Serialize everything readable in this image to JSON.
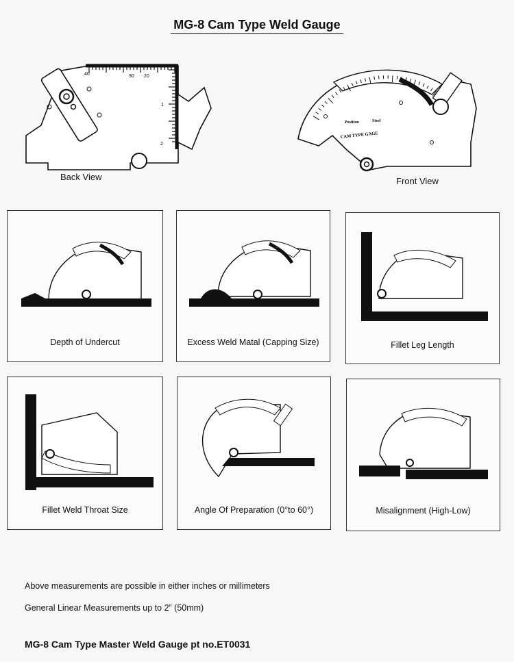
{
  "title": "MG-8 Cam Type Weld Gauge",
  "views": {
    "back": {
      "label": "Back View",
      "scale_numbers": [
        "40",
        "30",
        "20",
        "1",
        "2"
      ]
    },
    "front": {
      "label": "Front View",
      "gauge_text": [
        "Position",
        "Steel",
        "CAM TYPE GAGE"
      ]
    }
  },
  "panels": [
    {
      "caption": "Depth of Undercut"
    },
    {
      "caption": "Excess Weld Matal (Capping Size)"
    },
    {
      "caption": "Fillet Leg Length"
    },
    {
      "caption": "Fillet Weld Throat Size"
    },
    {
      "caption": "Angle Of Preparation (0°to 60°)"
    },
    {
      "caption": "Misalignment (High-Low)"
    }
  ],
  "notes": [
    "Above measurements are possible in either inches or millimeters",
    "General Linear Measurements up to 2” (50mm)"
  ],
  "footer": "MG-8 Cam Type Master Weld Gauge  pt no.ET0031"
}
